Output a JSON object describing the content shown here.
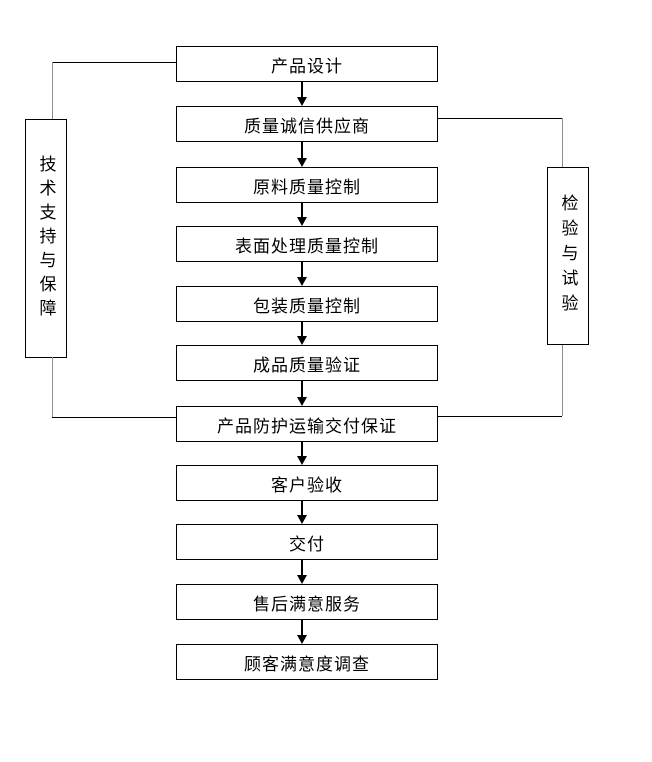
{
  "diagram": {
    "type": "flowchart",
    "language": "zh-CN",
    "colors": {
      "background": "#ffffff",
      "box_border": "#000000",
      "text": "#000000",
      "arrow": "#000000",
      "connector_horizontal": "#000000",
      "connector_vertical": "#8f8f8f"
    },
    "flow_boxes": [
      "产品设计",
      "质量诚信供应商",
      "原料质量控制",
      "表面处理质量控制",
      "包装质量控制",
      "成品质量验证",
      "产品防护运输交付保证",
      "客户验收",
      "交付",
      "售后满意服务",
      "顾客满意度调查"
    ],
    "side_boxes": {
      "left": "技术支持与保障",
      "right": "检验与试验"
    },
    "connections": {
      "left_box_top_links_to": "产品设计",
      "left_box_bottom_links_to": "产品防护运输交付保证",
      "right_box_top_links_to": "质量诚信供应商",
      "right_box_bottom_links_to": "产品防护运输交付保证"
    }
  }
}
